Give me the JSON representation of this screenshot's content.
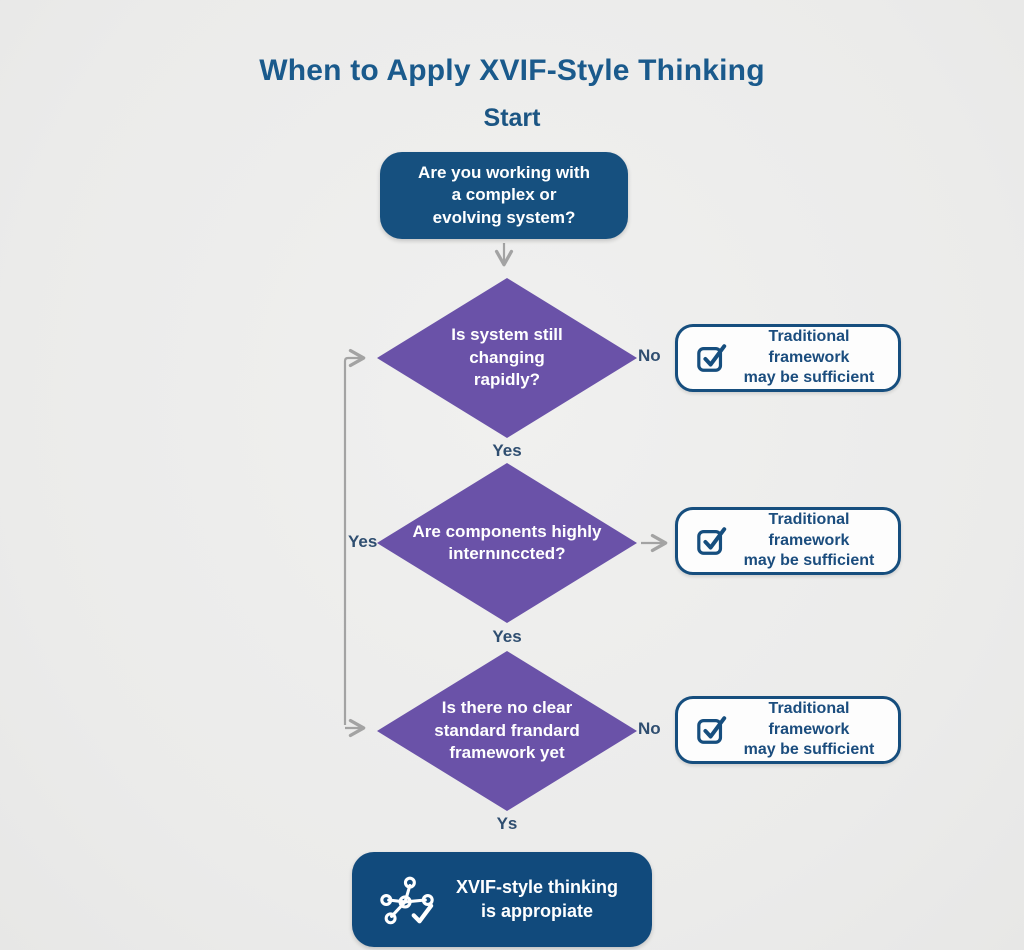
{
  "title": "When to Apply XVIF-Style Thinking",
  "start_label": "Start",
  "colors": {
    "primary_blue": "#16507f",
    "final_blue": "#114a7c",
    "purple": "#6a52a8",
    "title_blue": "#1a5a8c",
    "label_blue": "#2f4e70",
    "outcome_border": "#164e7e",
    "connector_gray": "#a3a3a3",
    "background": "#ededec"
  },
  "flow": {
    "start_node": {
      "lines": [
        "Are you working with",
        "a complex or",
        "evolving system?"
      ]
    },
    "decision1": {
      "lines": [
        "Is system still",
        "changing",
        "rapidly?"
      ],
      "no_label": "No",
      "yes_label": "Yes"
    },
    "decision2": {
      "lines": [
        "Are components highly",
        "internınccted?"
      ],
      "left_label": "Yes",
      "yes_label": "Yes"
    },
    "decision3": {
      "lines": [
        "Is there no clear",
        "standard frandard",
        "framework yet"
      ],
      "no_label": "No",
      "yes_label": "Ys"
    },
    "outcomes": [
      {
        "lines": [
          "Traditional framework",
          "may be sufficient"
        ],
        "icon": "checkbox-check-icon"
      },
      {
        "lines": [
          "Traditional framework",
          "may be sufficient"
        ],
        "icon": "checkbox-check-icon"
      },
      {
        "lines": [
          "Traditional framework",
          "may be sufficient"
        ],
        "icon": "checkbox-check-icon"
      }
    ],
    "final_node": {
      "lines": [
        "XVIF-style thinking",
        "is appropiate"
      ],
      "icon": "network-check-icon"
    }
  }
}
